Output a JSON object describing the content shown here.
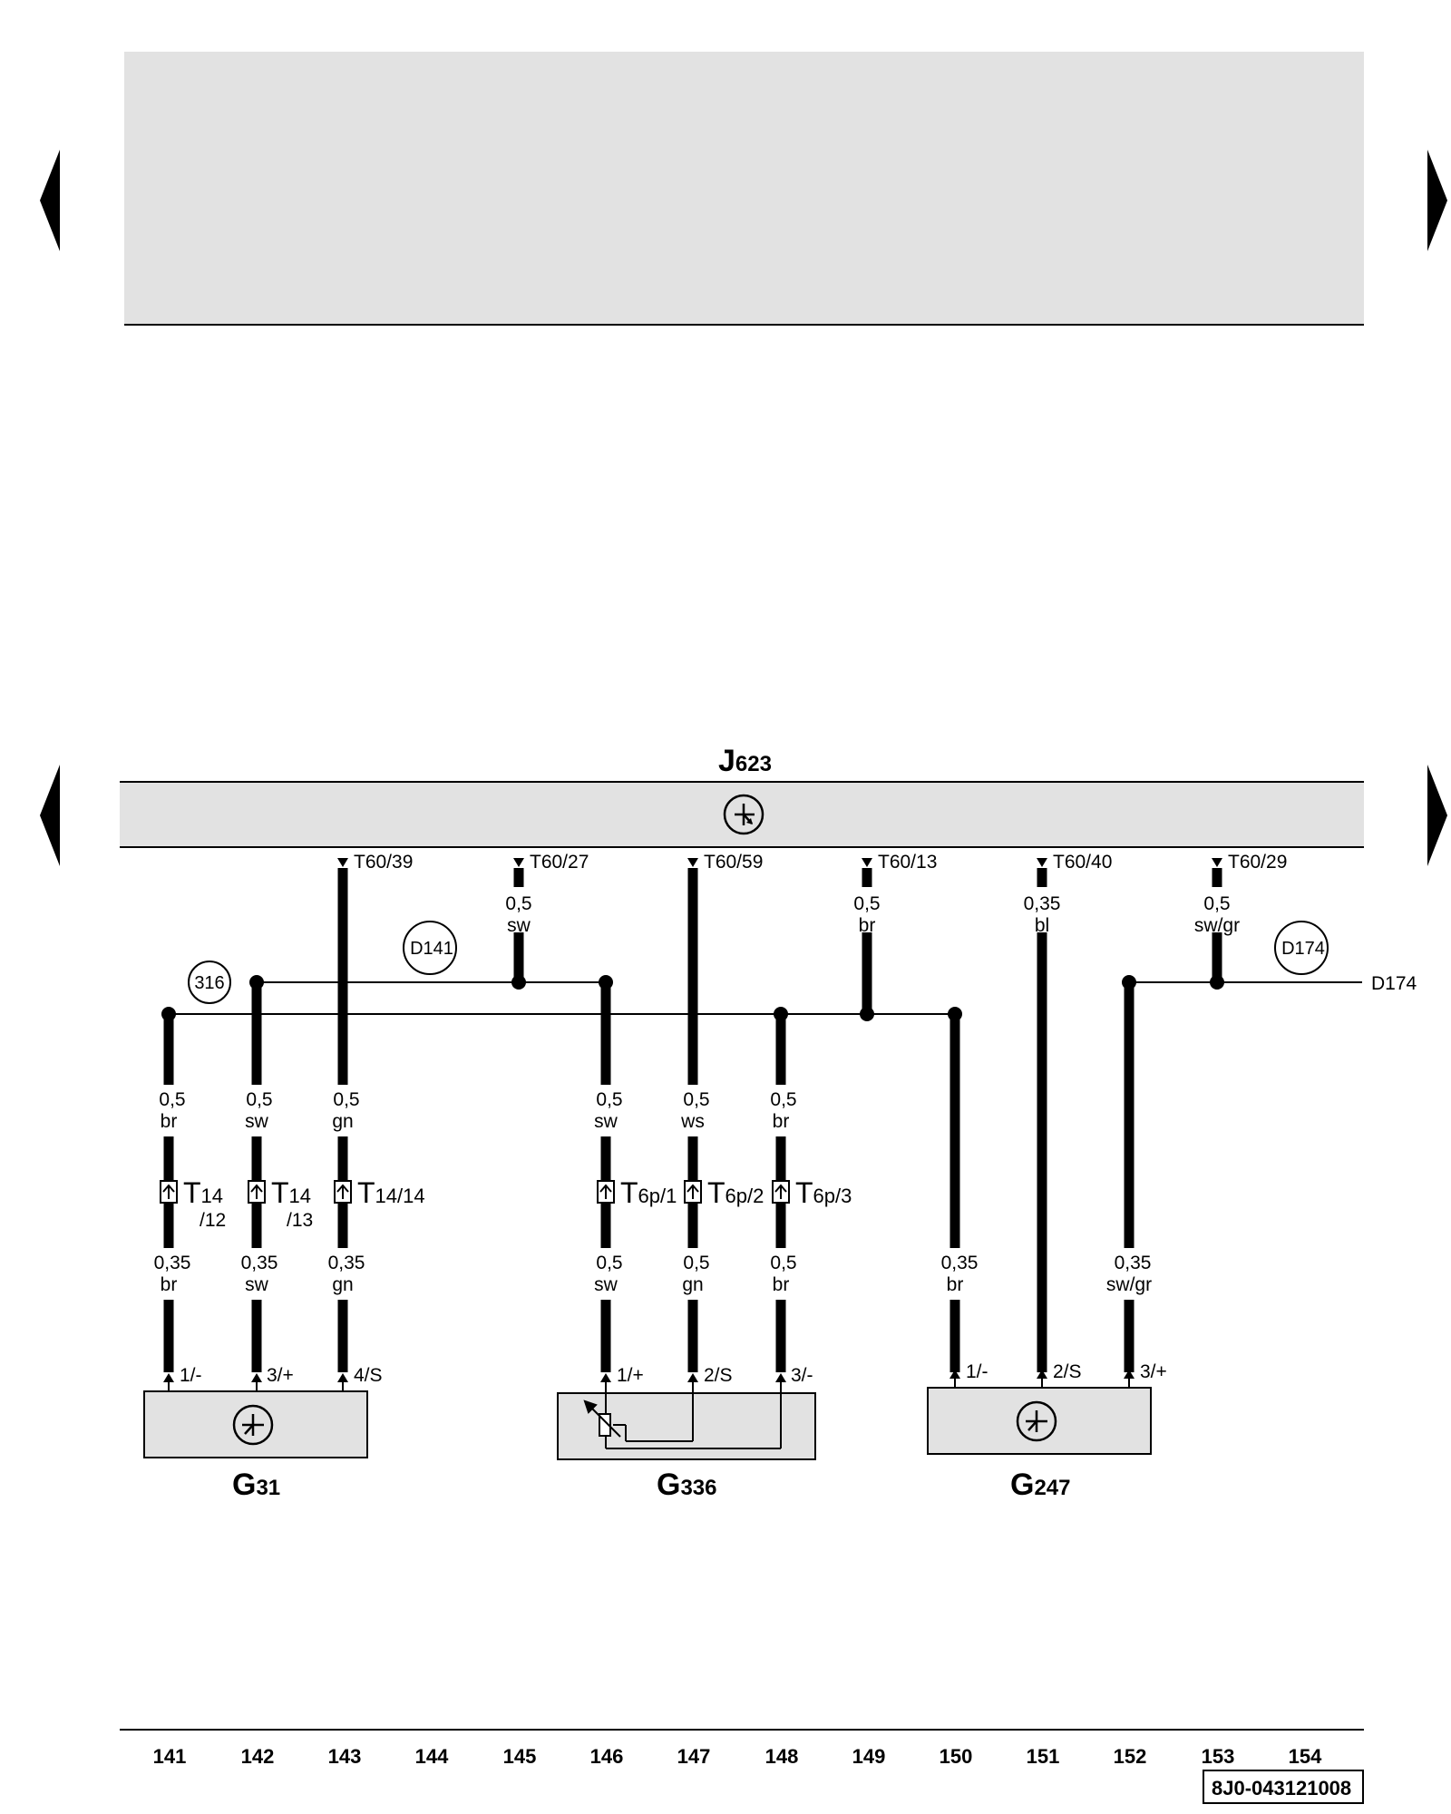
{
  "top_panel": {
    "fill": "#e2e2e2"
  },
  "control_unit": {
    "letter": "J",
    "number": "623"
  },
  "pins": [
    {
      "label": "T60/39"
    },
    {
      "label": "T60/27",
      "size": "0,5",
      "color": "sw"
    },
    {
      "label": "T60/59"
    },
    {
      "label": "T60/13",
      "size": "0,5",
      "color": "br"
    },
    {
      "label": "T60/40",
      "size": "0,35",
      "color": "bl"
    },
    {
      "label": "T60/29",
      "size": "0,5",
      "color": "sw/gr"
    }
  ],
  "nodes": {
    "n316": "316",
    "d141": "D141",
    "d174": "D174",
    "d174_ref": "D174"
  },
  "upper_wires": [
    {
      "size": "0,5",
      "color": "br"
    },
    {
      "size": "0,5",
      "color": "sw"
    },
    {
      "size": "0,5",
      "color": "gn"
    },
    {
      "size": "0,5",
      "color": "sw"
    },
    {
      "size": "0,5",
      "color": "ws"
    },
    {
      "size": "0,5",
      "color": "br"
    }
  ],
  "connectors": [
    {
      "main": "T",
      "sub": "14",
      "sub2": "/12"
    },
    {
      "main": "T",
      "sub": "14",
      "sub2": "/13"
    },
    {
      "main": "T",
      "sub": "14/14"
    },
    {
      "main": "T",
      "sub": "6p/1"
    },
    {
      "main": "T",
      "sub": "6p/2"
    },
    {
      "main": "T",
      "sub": "6p/3"
    }
  ],
  "lower_wires": [
    {
      "size": "0,35",
      "color": "br"
    },
    {
      "size": "0,35",
      "color": "sw"
    },
    {
      "size": "0,35",
      "color": "gn"
    },
    {
      "size": "0,5",
      "color": "sw"
    },
    {
      "size": "0,5",
      "color": "gn"
    },
    {
      "size": "0,5",
      "color": "br"
    },
    {
      "size": "0,35",
      "color": "br"
    },
    {
      "size": "0,35",
      "color": "sw/gr"
    }
  ],
  "components": [
    {
      "letter": "G",
      "number": "31",
      "pins": [
        "1/-",
        "3/+",
        "4/S"
      ]
    },
    {
      "letter": "G",
      "number": "336",
      "pins": [
        "1/+",
        "2/S",
        "3/-"
      ]
    },
    {
      "letter": "G",
      "number": "247",
      "pins": [
        "1/-",
        "2/S",
        "3/+"
      ]
    }
  ],
  "column_numbers": [
    "141",
    "142",
    "143",
    "144",
    "145",
    "146",
    "147",
    "148",
    "149",
    "150",
    "151",
    "152",
    "153",
    "154"
  ],
  "doc_number": "8J0-043121008"
}
